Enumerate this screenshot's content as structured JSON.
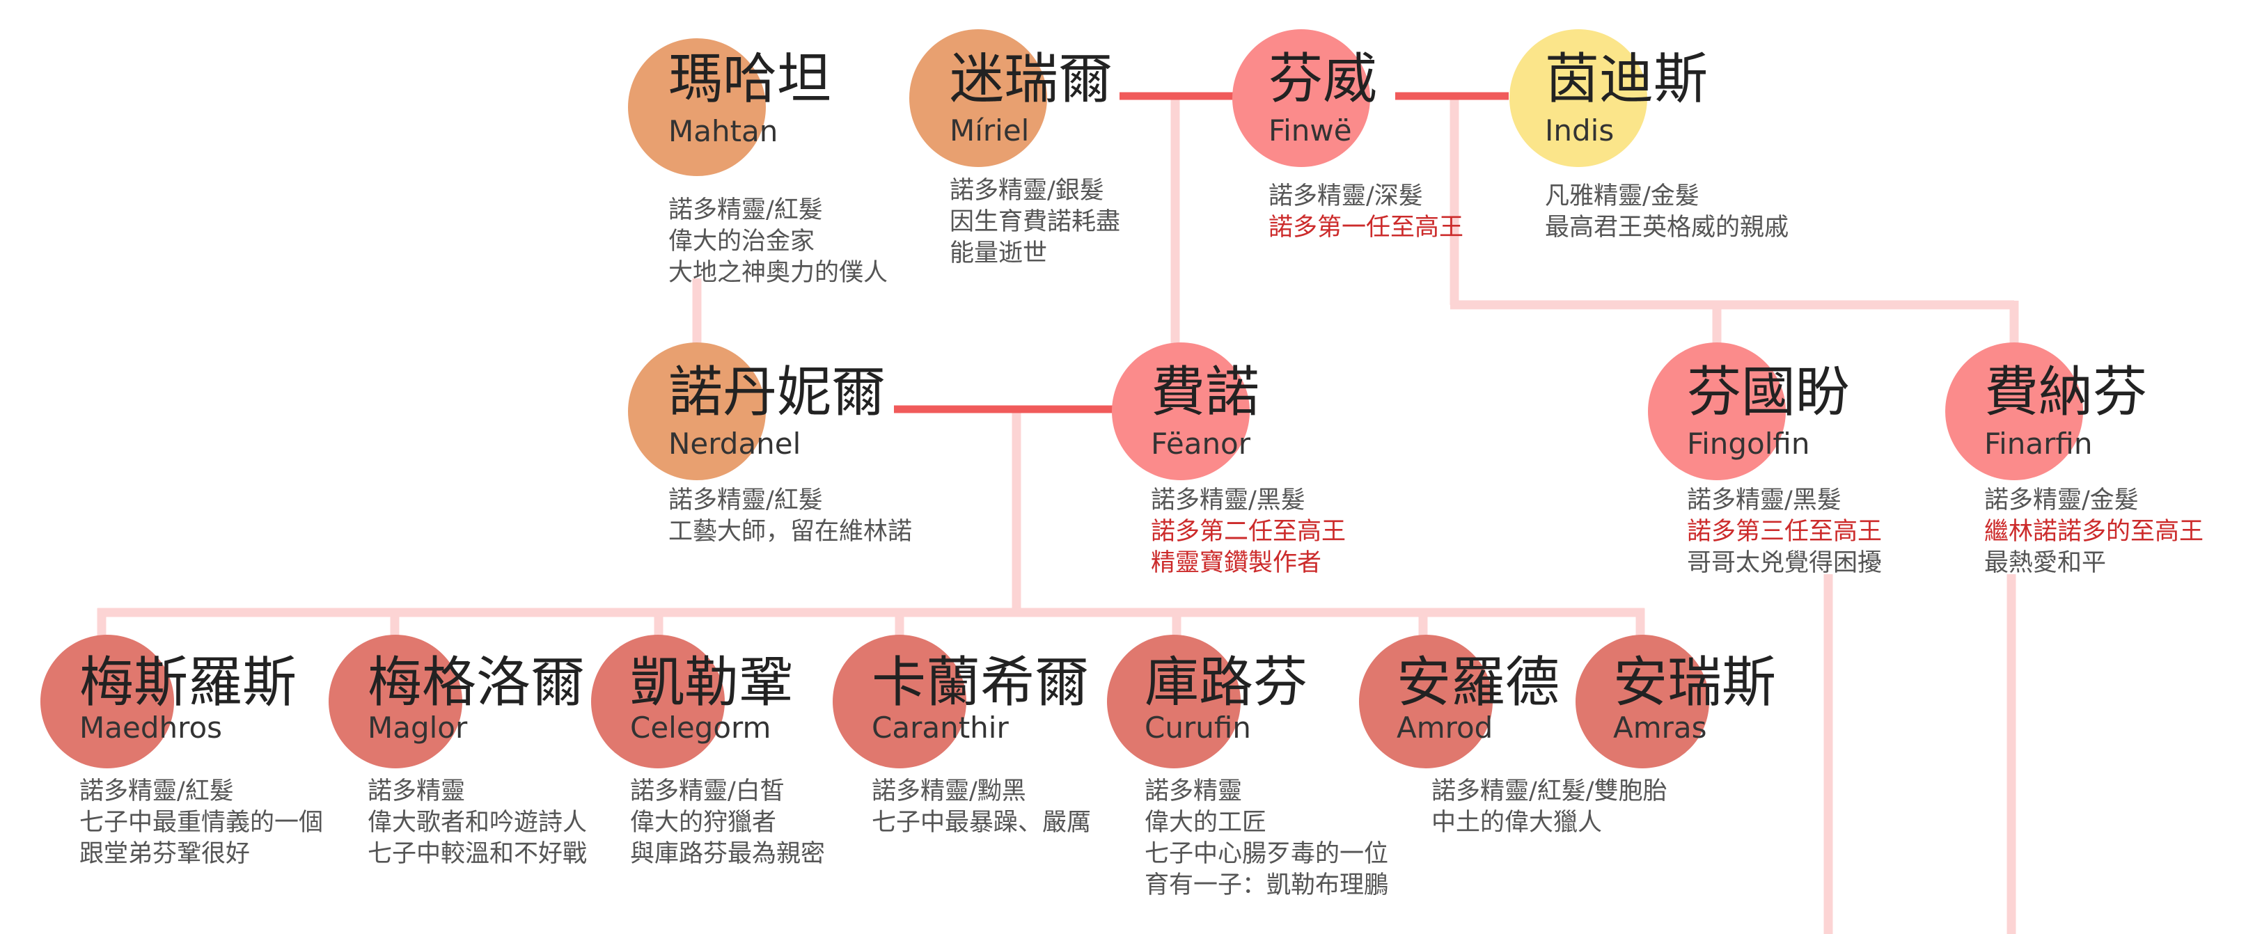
{
  "colors": {
    "gen1_parent": "#e8a070",
    "royal": "#fb8b8b",
    "vanyar": "#fbe58a",
    "sons": "#e0786e",
    "marriage_line": "#f05a5a",
    "descent_line": "#fcd4d4",
    "highlight_text": "#cc2b2b"
  },
  "people": {
    "mahtan": {
      "cn": "瑪哈坦",
      "en": "Mahtan",
      "lines": [
        "諾多精靈/紅髮",
        "偉大的治金家",
        "大地之神奧力的僕人"
      ]
    },
    "miriel": {
      "cn": "迷瑞爾",
      "en": "Míriel",
      "lines": [
        "諾多精靈/銀髮",
        "因生育費諾耗盡",
        "能量逝世"
      ]
    },
    "finwe": {
      "cn": "芬威",
      "en": "Finwë",
      "lines": [
        "諾多精靈/深髮",
        "諾多第一任至高王"
      ]
    },
    "indis": {
      "cn": "茵迪斯",
      "en": "Indis",
      "lines": [
        "凡雅精靈/金髮",
        "最高君王英格威的親戚"
      ]
    },
    "nerdanel": {
      "cn": "諾丹妮爾",
      "en": "Nerdanel",
      "lines": [
        "諾多精靈/紅髮",
        "工藝大師，留在維林諾"
      ]
    },
    "feanor": {
      "cn": "費諾",
      "en": "Fëanor",
      "lines": [
        "諾多精靈/黑髮",
        "諾多第二任至高王",
        "精靈寶鑽製作者"
      ]
    },
    "fingolfin": {
      "cn": "芬國盼",
      "en": "Fingolfin",
      "lines": [
        "諾多精靈/黑髮",
        "諾多第三任至高王",
        "哥哥太兇覺得困擾"
      ]
    },
    "finarfin": {
      "cn": "費納芬",
      "en": "Finarfin",
      "lines": [
        "諾多精靈/金髮",
        "繼林諾諾多的至高王",
        "最熱愛和平"
      ]
    },
    "maedhros": {
      "cn": "梅斯羅斯",
      "en": "Maedhros",
      "lines": [
        "諾多精靈/紅髮",
        "七子中最重情義的一個",
        "跟堂弟芬鞏很好"
      ]
    },
    "maglor": {
      "cn": "梅格洛爾",
      "en": "Maglor",
      "lines": [
        "諾多精靈",
        "偉大歌者和吟遊詩人",
        "七子中較溫和不好戰"
      ]
    },
    "celegorm": {
      "cn": "凱勒鞏",
      "en": "Celegorm",
      "lines": [
        "諾多精靈/白皙",
        "偉大的狩獵者",
        "與庫路芬最為親密"
      ]
    },
    "caranthir": {
      "cn": "卡蘭希爾",
      "en": "Caranthir",
      "lines": [
        "諾多精靈/黝黑",
        "七子中最暴躁、嚴厲"
      ]
    },
    "curufin": {
      "cn": "庫路芬",
      "en": "Curufin",
      "lines": [
        "諾多精靈",
        "偉大的工匠",
        "七子中心腸歹毒的一位",
        "育有一子：凱勒布理鵬"
      ]
    },
    "amrod": {
      "cn": "安羅德",
      "en": "Amrod",
      "lines": [
        "諾多精靈/紅髮/雙胞胎",
        "中土的偉大獵人"
      ]
    },
    "amras": {
      "cn": "安瑞斯",
      "en": "Amras",
      "lines": []
    }
  }
}
